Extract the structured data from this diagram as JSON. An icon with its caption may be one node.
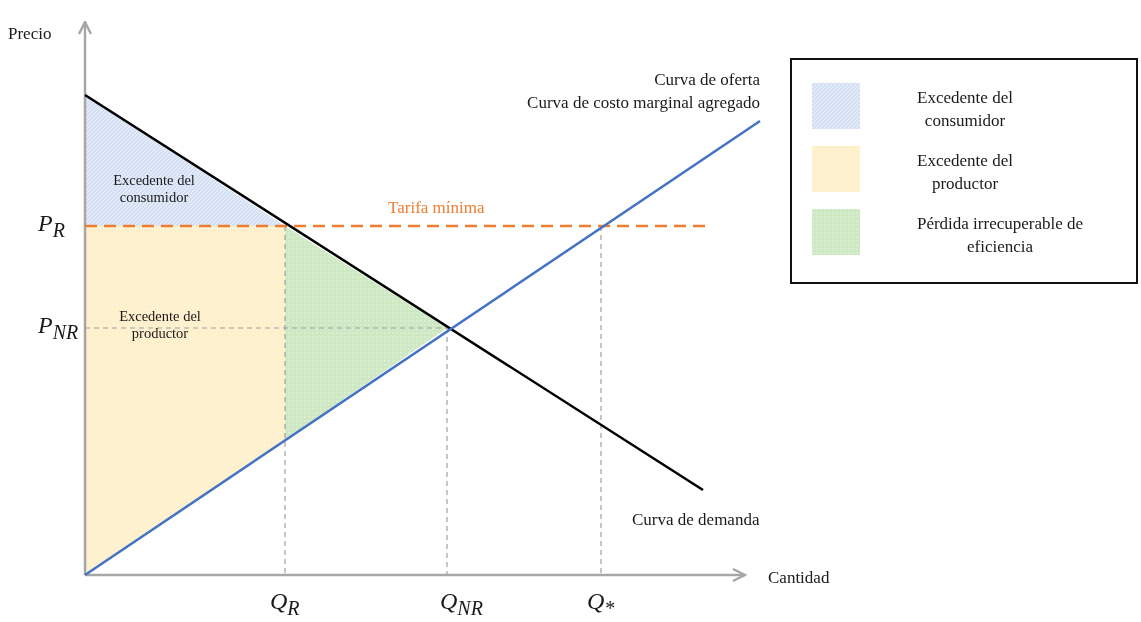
{
  "diagram": {
    "labels": [
      "Precio",
      "Curva de oferta",
      "Curva de costo marginal agregado",
      "Excedente del consumidor",
      "Tarifa mínima",
      "P$_{R}$",
      "P$_{NR}$",
      "Excedente del productor",
      "Curva de demanda",
      "Cantidad",
      "Q$_{R}$",
      "Q$_{NR}$",
      "Q$_{*}$"
    ],
    "legend": [
      {
        "text": "Excedente del consumidor",
        "color": "#d6e0f5"
      },
      {
        "text": "Excedente del productor",
        "color": "#fff0cc"
      },
      {
        "text": "Pérdida irrecuperable de eficiencia",
        "color": "#cfe8c4"
      }
    ]
  }
}
